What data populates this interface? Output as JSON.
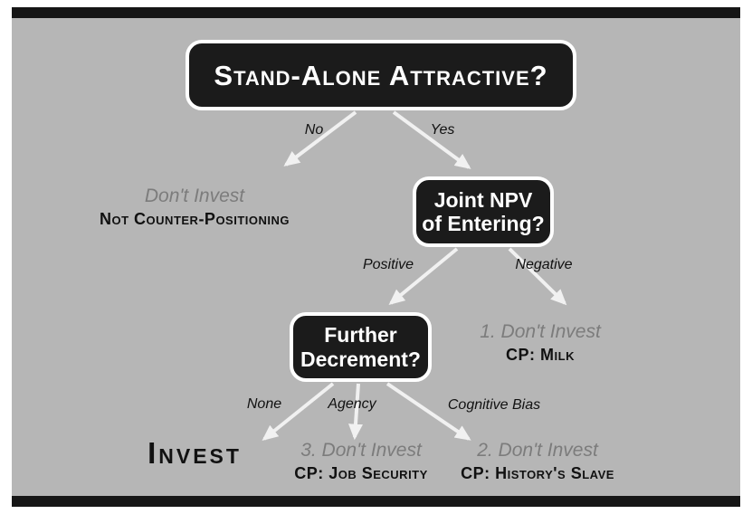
{
  "colors": {
    "slide_bg": "#b6b6b6",
    "bar": "#161616",
    "node_bg": "#1b1b1b",
    "node_border": "#ffffff",
    "node_text": "#ffffff",
    "muted_text": "#7c7c7c",
    "dark_text": "#111111",
    "arrow": "#f1f1f1"
  },
  "diagram": {
    "root_question": "Stand-Alone Attractive?",
    "nodes": {
      "joint_npv": {
        "line1": "Joint NPV",
        "line2": "of Entering?"
      },
      "further_decrement": {
        "line1": "Further",
        "line2": "Decrement?"
      }
    },
    "edge_labels": {
      "no": "No",
      "yes": "Yes",
      "positive": "Positive",
      "negative": "Negative",
      "none": "None",
      "agency": "Agency",
      "cognitive_bias": "Cognitive Bias"
    },
    "outcomes": {
      "not_counter_positioning": {
        "verdict": "Don't Invest",
        "label": "Not Counter-Positioning"
      },
      "milk": {
        "verdict": "1. Don't Invest",
        "label": "CP: Milk"
      },
      "invest": {
        "verdict": "Invest"
      },
      "job_security": {
        "verdict": "3. Don't Invest",
        "label": "CP: Job Security"
      },
      "historys_slave": {
        "verdict": "2. Don't Invest",
        "label": "CP: History's Slave"
      }
    }
  }
}
